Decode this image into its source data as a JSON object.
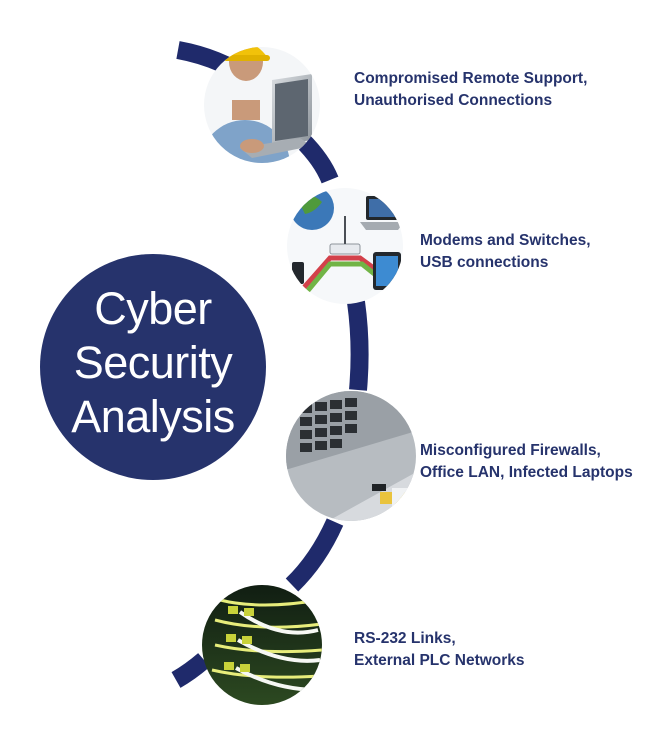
{
  "title_lines": [
    "Cyber",
    "Security",
    "Analysis"
  ],
  "items": [
    {
      "line1": "Compromised Remote Support,",
      "line2": "Unauthorised Connections",
      "image": "technician-with-laptop-photo"
    },
    {
      "line1": "Modems and Switches,",
      "line2": "USB connections",
      "image": "connected-devices-photo"
    },
    {
      "line1": "Misconfigured Firewalls,",
      "line2": "Office LAN, Infected Laptops",
      "image": "laptop-usb-port-photo"
    },
    {
      "line1": "RS-232 Links,",
      "line2": "External PLC Networks",
      "image": "network-cables-photo"
    }
  ],
  "colors": {
    "navy": "#26336c",
    "arc": "#1f2a6b",
    "label": "#26336c"
  }
}
